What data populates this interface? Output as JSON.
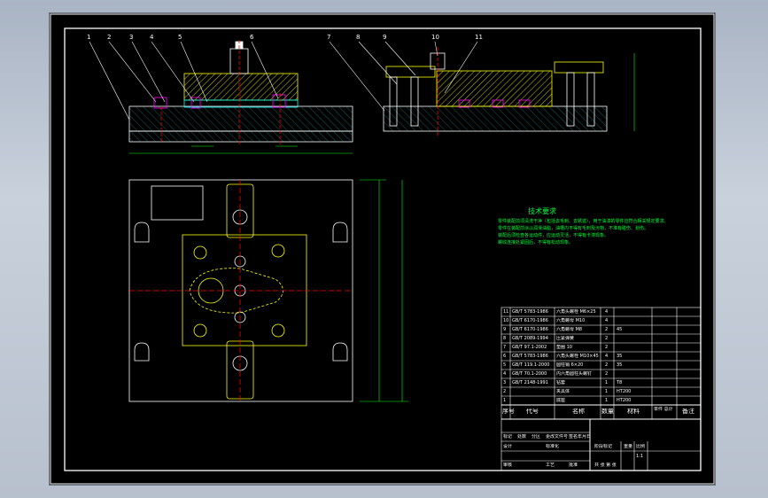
{
  "balloons": [
    "1",
    "2",
    "3",
    "4",
    "5",
    "6",
    "7",
    "8",
    "9",
    "10",
    "11"
  ],
  "tech_notes": {
    "title": "技术要求",
    "lines": [
      "零件装配前须清洗干净（包括去毛刺、去锈迹），用于油漆的零件应符合相关规定要求。",
      "零件在装配前涂以润滑油脂，油槽内不得有毛刺及污物，不准有碰伤、划伤。",
      "装配后须检查各运动件，应运动灵活，不得有卡滞现象。",
      "螺纹连接处紧固后，不得有松动现象。"
    ]
  },
  "bom": {
    "rows": [
      {
        "no": "11",
        "code": "GB/T 5783-1986",
        "name": "六角头螺栓 M6×25",
        "qty": "4",
        "mat": ""
      },
      {
        "no": "10",
        "code": "GB/T 6170-1986",
        "name": "六角螺母 M10",
        "qty": "4",
        "mat": ""
      },
      {
        "no": "9",
        "code": "GB/T 6170-1986",
        "name": "六角螺母 M8",
        "qty": "2",
        "mat": "45"
      },
      {
        "no": "8",
        "code": "GB/T 2089-1994",
        "name": "压紧弹簧",
        "qty": "2",
        "mat": ""
      },
      {
        "no": "7",
        "code": "GB/T 97.1-2002",
        "name": "垫圈 10",
        "qty": "2",
        "mat": ""
      },
      {
        "no": "6",
        "code": "GB/T 5783-1986",
        "name": "六角头螺栓 M10×45",
        "qty": "4",
        "mat": "35"
      },
      {
        "no": "5",
        "code": "GB/T 119.1-2000",
        "name": "圆柱销 6×20",
        "qty": "2",
        "mat": "35"
      },
      {
        "no": "4",
        "code": "GB/T 70.1-2000",
        "name": "内六角圆柱头螺钉",
        "qty": "2",
        "mat": ""
      },
      {
        "no": "3",
        "code": "GB/T 2148-1991",
        "name": "钻套",
        "qty": "1",
        "mat": "T8"
      },
      {
        "no": "2",
        "code": "",
        "name": "夹具体",
        "qty": "1",
        "mat": "HT200"
      },
      {
        "no": "1",
        "code": "",
        "name": "底座",
        "qty": "1",
        "mat": "HT200"
      }
    ],
    "header": {
      "seq": "序号",
      "code": "代号",
      "name": "名称",
      "qty": "数量",
      "mat": "材料",
      "weight": "单件 总计",
      "remark": "备注"
    }
  },
  "title_block": {
    "r1": [
      "标记",
      "处数",
      "分区",
      "更改文件号",
      "签名",
      "年月日"
    ],
    "r2": [
      "设计",
      "标准化",
      "阶段标记",
      "重量",
      "比例"
    ],
    "r3": [
      "审核",
      "工艺",
      "批准",
      "共 张 第 张"
    ],
    "scale": "1:1"
  }
}
